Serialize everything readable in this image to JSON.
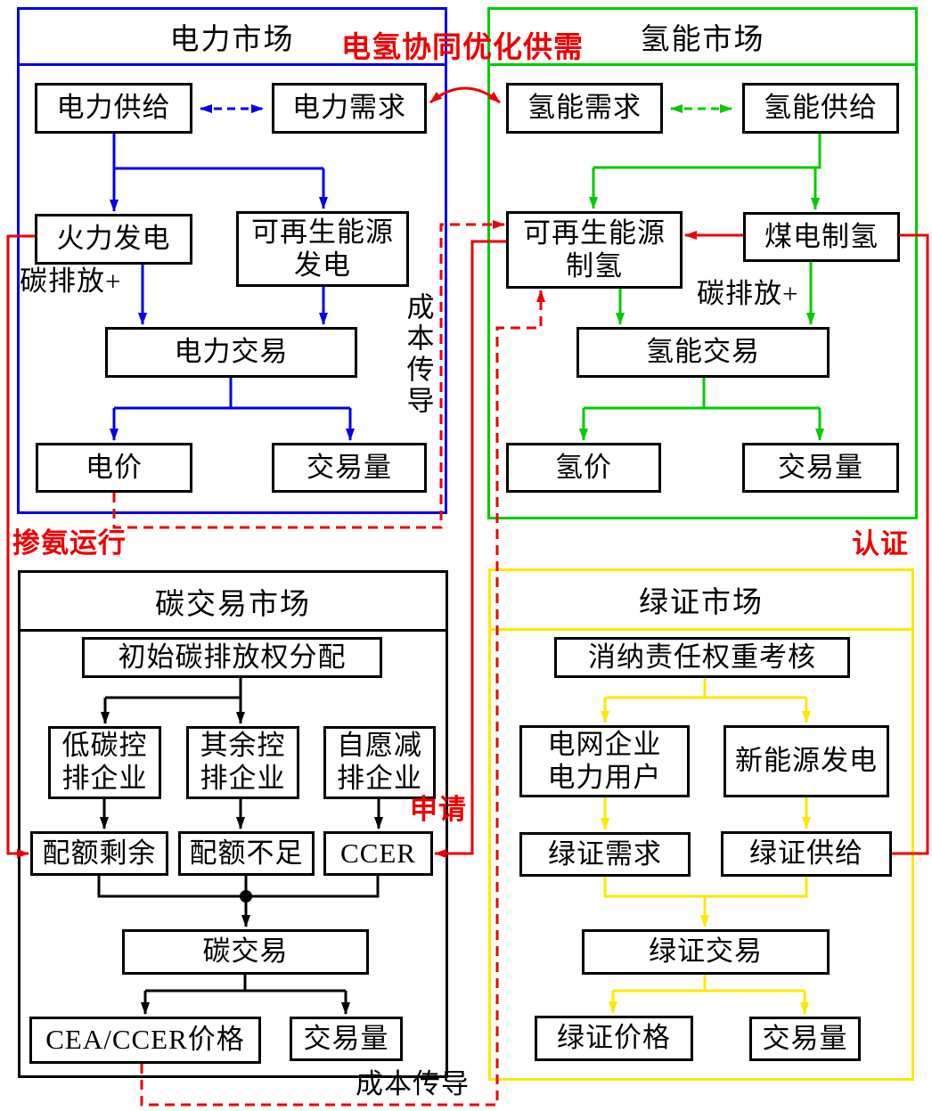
{
  "markets": {
    "electricity": {
      "title": "电力市场",
      "nodes": {
        "supply": "电力供给",
        "demand": "电力需求",
        "thermal": "火力发电",
        "renewable": "可再生能源\n发电",
        "trade": "电力交易",
        "price": "电价",
        "volume": "交易量"
      }
    },
    "hydrogen": {
      "title": "氢能市场",
      "nodes": {
        "demand": "氢能需求",
        "supply": "氢能供给",
        "renewable_h2": "可再生能源\n制氢",
        "coal_h2": "煤电制氢",
        "trade": "氢能交易",
        "price": "氢价",
        "volume": "交易量"
      }
    },
    "carbon": {
      "title": "碳交易市场",
      "nodes": {
        "allocation": "初始碳排放权分配",
        "low_carbon": "低碳控\n排企业",
        "other": "其余控\n排企业",
        "voluntary": "自愿减\n排企业",
        "surplus": "配额剩余",
        "shortage": "配额不足",
        "ccer": "CCER",
        "trade": "碳交易",
        "price": "CEA/CCER价格",
        "volume": "交易量"
      }
    },
    "green_cert": {
      "title": "绿证市场",
      "nodes": {
        "assessment": "消纳责任权重考核",
        "grid_users": "电网企业\n电力用户",
        "new_energy": "新能源发电",
        "demand": "绿证需求",
        "supply": "绿证供给",
        "trade": "绿证交易",
        "price": "绿证价格",
        "volume": "交易量"
      }
    }
  },
  "labels": {
    "coordination": "电氢协同优化供需",
    "carbon_plus_left": "碳排放+",
    "carbon_plus_right": "碳排放+",
    "cost_transfer_right": "成本传导",
    "cost_transfer_bottom": "成本传导",
    "ammonia_blending": "掺氨运行",
    "certification": "认证",
    "apply": "申请"
  },
  "colors": {
    "electricity_border": "#0000ee",
    "hydrogen_border": "#00cc00",
    "carbon_border": "#000000",
    "green_cert_border": "#ffe800",
    "annotation_red": "#ee0000"
  }
}
